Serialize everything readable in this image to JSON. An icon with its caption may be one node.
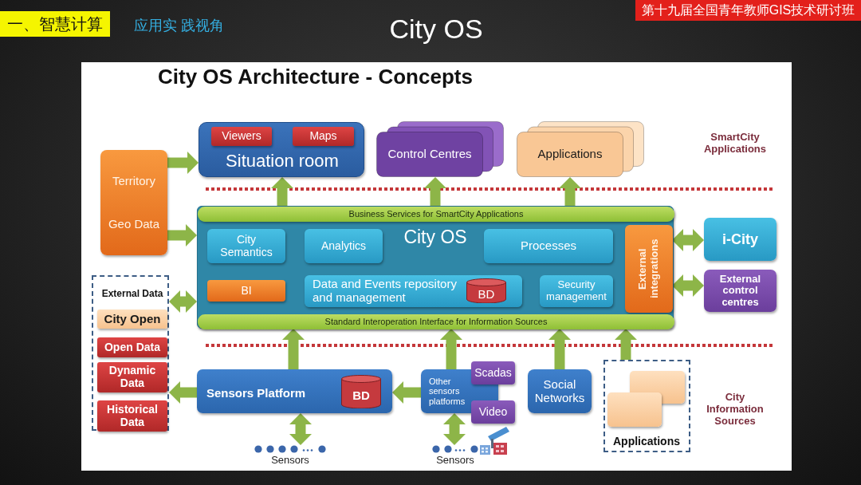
{
  "diagram": {
    "title": "City OS Architecture - Concepts",
    "nodes": [
      {
        "text": [
          "Territory",
          "Geo Data"
        ]
      },
      {
        "text": [
          "Situation room"
        ]
      },
      {
        "text": [
          "Viewers"
        ],
        "in": 1
      },
      {
        "text": [
          "Maps"
        ],
        "in": 1
      },
      {
        "text": [
          "Control Centres"
        ]
      },
      {
        "text": [
          "Applications"
        ]
      },
      {
        "text": [
          "City OS"
        ]
      },
      {
        "text": [
          "Business Services for SmartCity Applications"
        ],
        "in": 6
      },
      {
        "text": [
          "City Semantics"
        ],
        "in": 6
      },
      {
        "text": [
          "Analytics"
        ],
        "in": 6
      },
      {
        "text": [
          "Processes"
        ],
        "in": 6
      },
      {
        "text": [
          "External integrations"
        ],
        "in": 6
      },
      {
        "text": [
          "BI"
        ],
        "in": 6
      },
      {
        "text": [
          "Data and Events repository and management"
        ],
        "in": 6
      },
      {
        "text": [
          "BD"
        ],
        "in": 13
      },
      {
        "text": [
          "Security management"
        ],
        "in": 6
      },
      {
        "text": [
          "Standard Interoperation Interface for Information Sources"
        ],
        "in": 6
      },
      {
        "text": [
          "i-City"
        ]
      },
      {
        "text": [
          "External control centres"
        ]
      },
      {
        "text": [
          "External Data"
        ]
      },
      {
        "text": [
          "City Open"
        ],
        "in": 19
      },
      {
        "text": [
          "Open Data"
        ],
        "in": 19
      },
      {
        "text": [
          "Dynamic Data"
        ],
        "in": 19
      },
      {
        "text": [
          "Historical Data"
        ],
        "in": 19
      },
      {
        "text": [
          "Sensors Platform"
        ]
      },
      {
        "text": [
          "BD"
        ],
        "in": 24
      },
      {
        "text": [
          "Other sensors platforms"
        ]
      },
      {
        "text": [
          "Scadas"
        ]
      },
      {
        "text": [
          "Video"
        ]
      },
      {
        "text": [
          "Social Networks"
        ]
      },
      {
        "text": [
          "Applications"
        ]
      },
      {
        "text": [],
        "shape": "box",
        "in": 30
      },
      {
        "text": [],
        "shape": "box",
        "in": 30
      },
      {
        "text": [
          "Sensors"
        ]
      },
      {
        "text": [
          "Sensors"
        ]
      }
    ],
    "edges": [
      {
        "from": 0,
        "to": 1,
        "arrow": "to"
      },
      {
        "from": 0,
        "to": 6,
        "arrow": "to"
      },
      {
        "from": 7,
        "to": 1,
        "arrow": "to"
      },
      {
        "from": 7,
        "to": 4,
        "arrow": "to"
      },
      {
        "from": 7,
        "to": 5,
        "arrow": "to"
      },
      {
        "from": 11,
        "to": 17,
        "arrow": "both"
      },
      {
        "from": 11,
        "to": 18,
        "arrow": "both"
      },
      {
        "from": 19,
        "to": 6,
        "arrow": "both"
      },
      {
        "from": 24,
        "to": 16,
        "arrow": "to"
      },
      {
        "from": 26,
        "to": 16,
        "arrow": "to"
      },
      {
        "from": 29,
        "to": 16,
        "arrow": "to"
      },
      {
        "from": 30,
        "to": 16,
        "arrow": "to"
      },
      {
        "from": 24,
        "to": 19,
        "arrow": "to"
      },
      {
        "from": 26,
        "to": 24,
        "arrow": "to"
      },
      {
        "from": 24,
        "to": 33,
        "arrow": "both"
      },
      {
        "from": 26,
        "to": 34,
        "arrow": "both"
      }
    ],
    "labels": [
      "一、智慧计算",
      "应用实 践视角",
      "City OS",
      "第十九届全国青年教师GIS技术研讨班",
      "SmartCity Applications",
      "City Information Sources"
    ]
  }
}
